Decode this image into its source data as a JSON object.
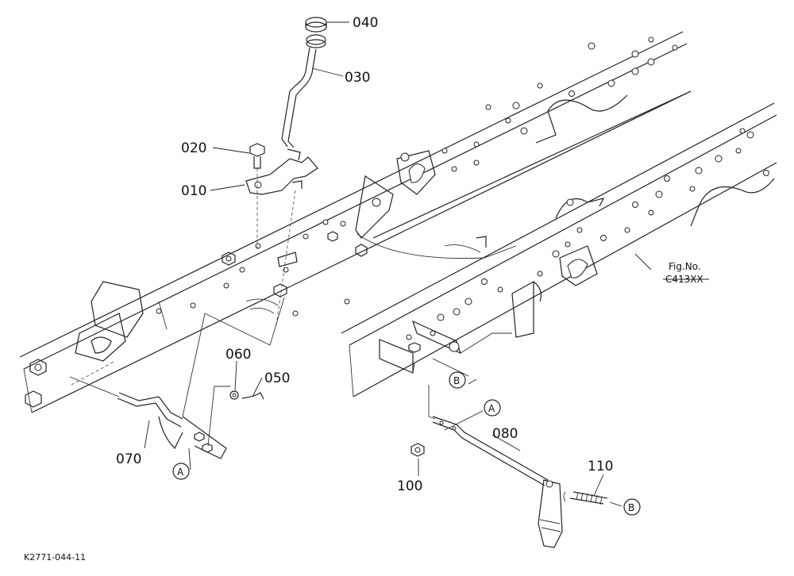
{
  "callouts": {
    "p010": "010",
    "p020": "020",
    "p030": "030",
    "p040": "040",
    "p050": "050",
    "p060": "060",
    "p070": "070",
    "p080": "080",
    "p100": "100",
    "p110": "110"
  },
  "ref_markers": {
    "a1": "A",
    "a2": "A",
    "b1": "B",
    "b2": "B"
  },
  "figure": {
    "fig_label": "Fig.No.",
    "fig_code": "C413XX"
  },
  "footer": {
    "drawing_code": "K2771-044-11"
  }
}
